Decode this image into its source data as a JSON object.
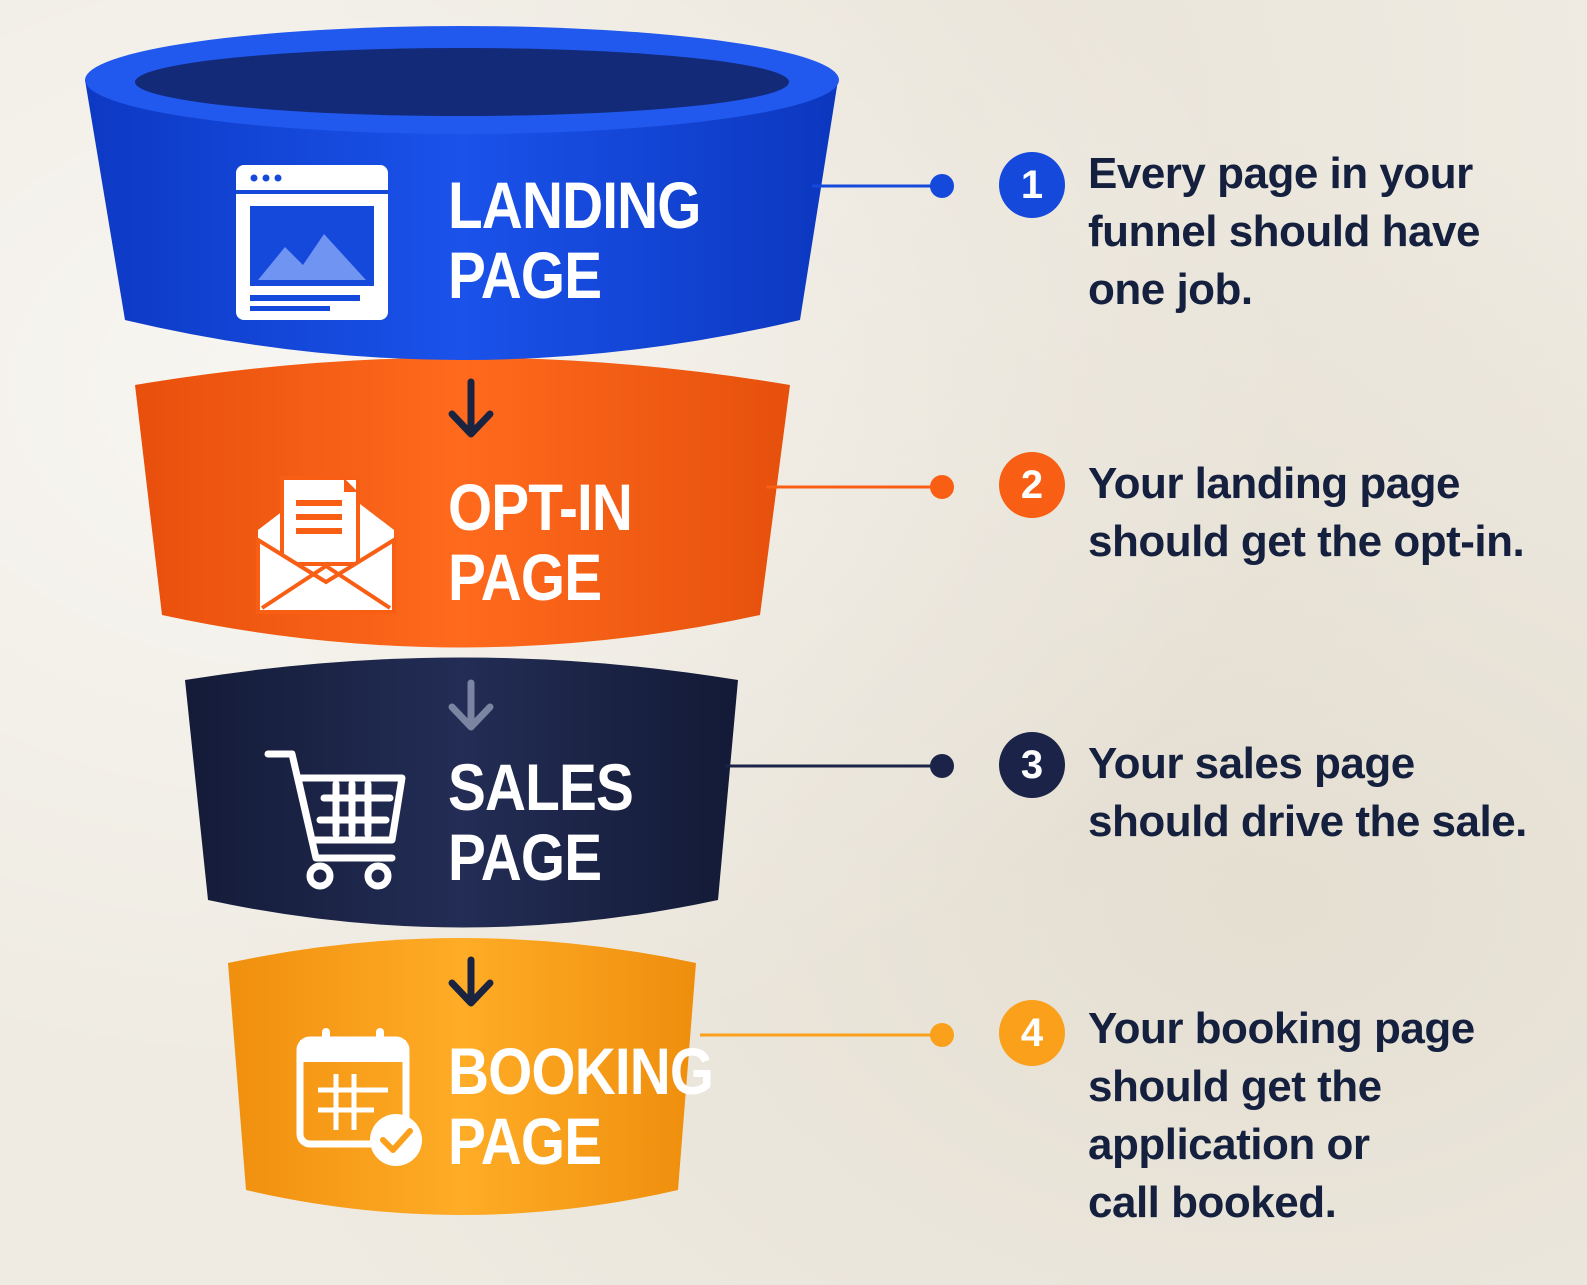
{
  "stages": [
    {
      "title_line1": "LANDING",
      "title_line2": "PAGE",
      "icon": "browser-window-icon",
      "color": "#1449dc"
    },
    {
      "title_line1": "OPT-IN",
      "title_line2": "PAGE",
      "icon": "envelope-letter-icon",
      "color": "#f85f14"
    },
    {
      "title_line1": "SALES",
      "title_line2": "PAGE",
      "icon": "shopping-cart-icon",
      "color": "#1b2448"
    },
    {
      "title_line1": "BOOKING",
      "title_line2": "PAGE",
      "icon": "calendar-check-icon",
      "color": "#fba01b"
    }
  ],
  "steps": [
    {
      "number": "1",
      "color": "#1449dc",
      "lines": [
        "Every page in your",
        "funnel should have",
        "one job."
      ]
    },
    {
      "number": "2",
      "color": "#f85f14",
      "lines": [
        "Your landing page",
        "should get the opt-in."
      ]
    },
    {
      "number": "3",
      "color": "#1b2448",
      "lines": [
        "Your sales page",
        "should drive the sale."
      ]
    },
    {
      "number": "4",
      "color": "#fba01b",
      "lines": [
        "Your booking page",
        "should get the",
        "application or",
        "call booked."
      ]
    }
  ]
}
